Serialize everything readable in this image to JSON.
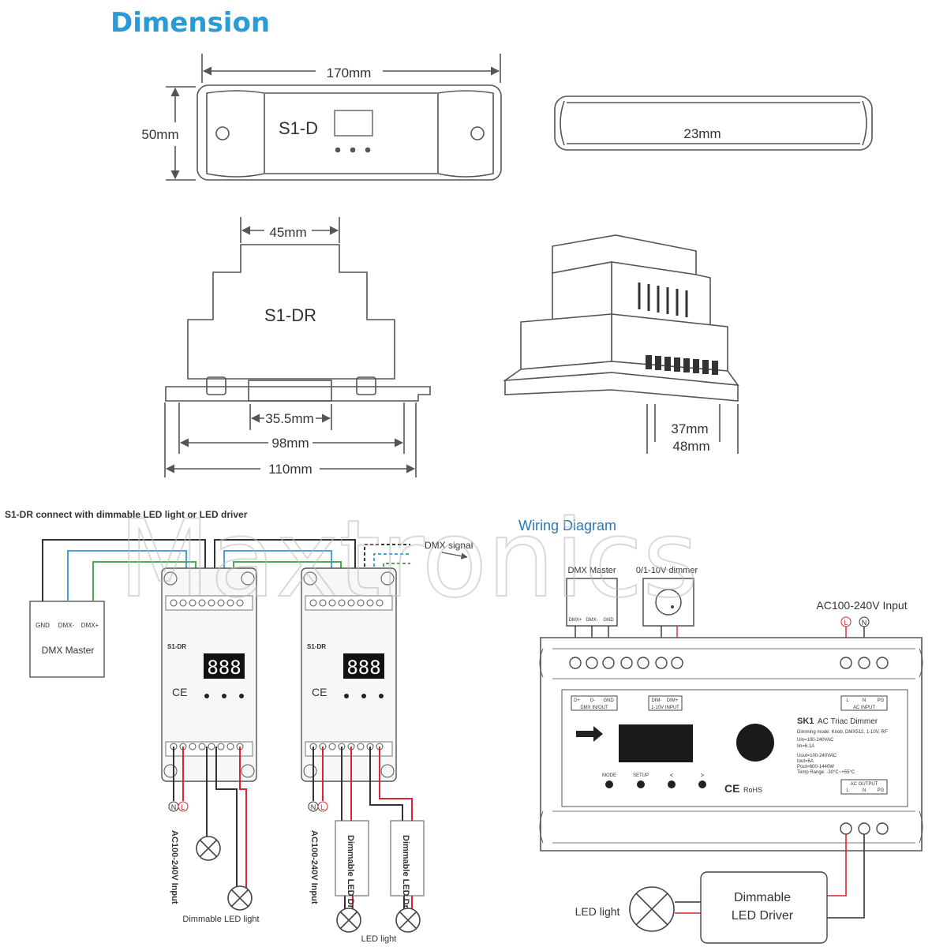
{
  "title": "Dimension",
  "watermark": "Maxtronics",
  "dimensions": {
    "s1d_model": "S1-D",
    "s1d_width": "170mm",
    "s1d_height": "50mm",
    "s1d_depth": "23mm",
    "s1dr_model": "S1-DR",
    "s1dr_top": "45mm",
    "s1dr_slot": "35.5mm",
    "s1dr_inner": "98mm",
    "s1dr_total": "110mm",
    "iso_w1": "37mm",
    "iso_w2": "48mm"
  },
  "wiring_left": {
    "heading": "S1-DR connect with dimmable LED light or LED driver",
    "dmx_signal": "DMX signal",
    "master_pins": [
      "GND",
      "DMX-",
      "DMX+"
    ],
    "master_label": "DMX Master",
    "device_model": "S1-DR",
    "device_display": "888",
    "ac_input": "AC100-240V Input",
    "led_light": "Dimmable LED light",
    "driver1": "Dimmable LED Driver",
    "driver2": "Dimmable LED Driver",
    "led_light2": "LED light",
    "n_mark": "N",
    "l_mark": "L",
    "ce": "CE"
  },
  "wiring_right": {
    "heading": "Wiring Diagram",
    "dmx_master": "DMX Master",
    "dmx_master_pins": [
      "DMX+",
      "DMX-",
      "GND"
    ],
    "dimmer": "0/1-10V dimmer",
    "ac_input": "AC100-240V Input",
    "l_mark": "L",
    "n_mark": "N",
    "term_top_left": [
      "D+",
      "D-",
      "GND"
    ],
    "term_top_left_label": "DMX IN/OUT",
    "term_top_mid": [
      "DIM-",
      "DIM+"
    ],
    "term_top_mid_label": "1-10V INPUT",
    "term_top_right": [
      "L",
      "N",
      "PG"
    ],
    "term_top_right_label": "AC INPUT",
    "term_bot_right": [
      "L",
      "N",
      "PG"
    ],
    "term_bot_right_label": "AC OUTPUT",
    "model": "SK1",
    "model_desc": "AC Triac Dimmer",
    "spec_lines": [
      "Dimming mode: Knob, DMX512, 1-10V, RF",
      "Uin=100-240VAC",
      "Iin=6.1A",
      "Uout=100-240VAC",
      "Iout=6A",
      "Pout=600-1440W",
      "Temp Range: -30°C~+55°C"
    ],
    "buttons": [
      "MODE",
      "SETUP",
      "<",
      ">"
    ],
    "rohs": "RoHS",
    "driver_label": [
      "Dimmable",
      "LED Driver"
    ],
    "led_light": "LED light"
  }
}
